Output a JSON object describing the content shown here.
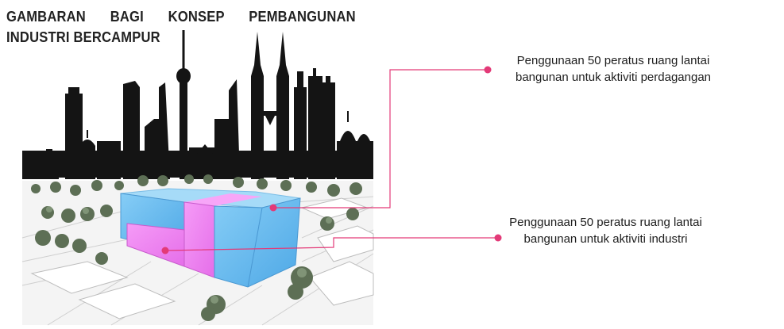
{
  "title": "GAMBARAN BAGI KONSEP PEMBANGUNAN INDUSTRI BERCAMPUR",
  "callouts": {
    "commercial": "Penggunaan 50 peratus ruang lantai bangunan untuk aktiviti perdagangan",
    "industrial": "Penggunaan 50 peratus ruang lantai bangunan untuk aktiviti industri"
  },
  "colors": {
    "commercial": "#6fbcf0",
    "industrial": "#f080f4",
    "leader": "#e33a78",
    "skyline": "#141414"
  }
}
